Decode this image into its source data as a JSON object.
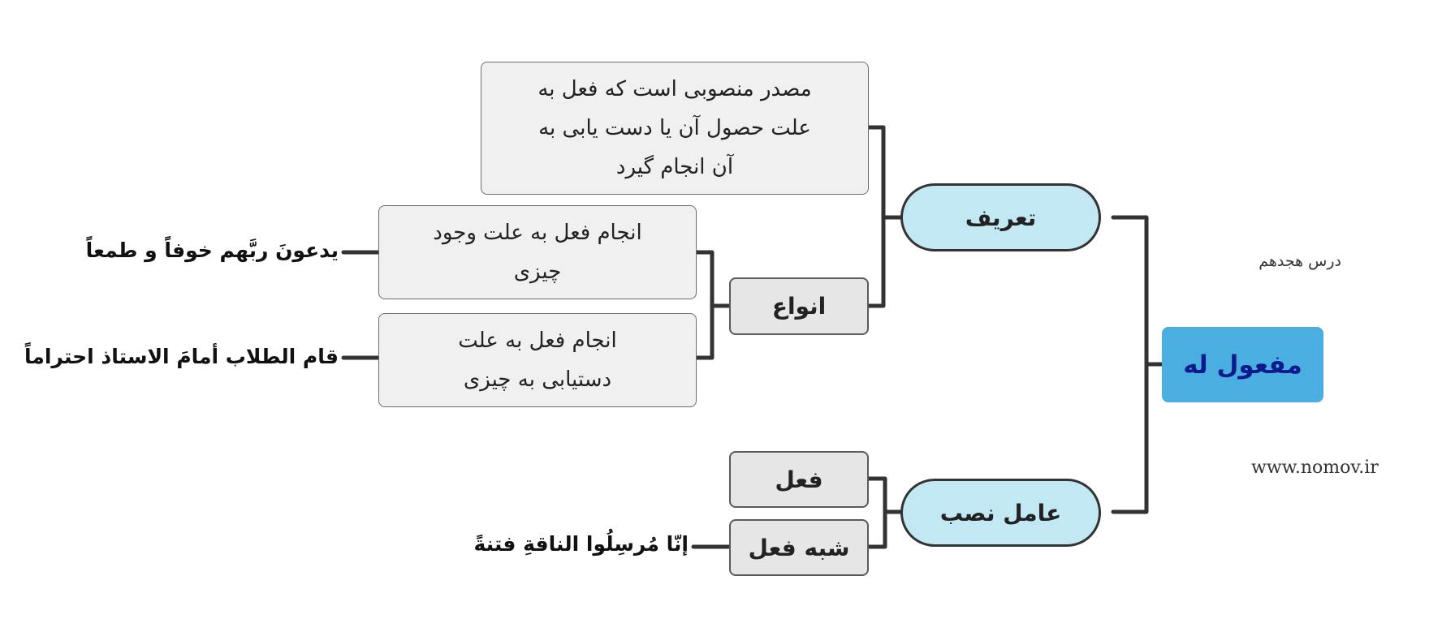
{
  "root": {
    "label": "مفعول له"
  },
  "lesson": "درس هجدهم",
  "website": "www.nomov.ir",
  "branches": {
    "tarif": {
      "label": "تعریف",
      "definition": "مصدر منصوبی است که فعل به علت حصول آن یا دست یابی به آن انجام گیرد"
    },
    "anva": {
      "label": "انواع",
      "type_1": {
        "text": "انجام فعل به علت وجود چیزی",
        "example": "یدعونَ ربَّهم خوفاً و طمعاً"
      },
      "type_2": {
        "text": "انجام فعل به علت دستیابی به چیزی",
        "example": "قام الطلاب أمامَ الاستاذ احتراماً"
      }
    },
    "amel": {
      "label": "عامل نصب",
      "fel": {
        "label": "فعل"
      },
      "shebh": {
        "label": "شبه فعل",
        "example": "إنّا مُرسِلُوا الناقةِ فتنةً"
      }
    }
  },
  "colors": {
    "root_fill": "#4aaee0",
    "root_text": "#0d1a8e",
    "pill_fill": "#c1e8f3",
    "box_fill": "#e6e6e6",
    "leaf_fill": "#f0f0f0",
    "connector": "#333333"
  }
}
